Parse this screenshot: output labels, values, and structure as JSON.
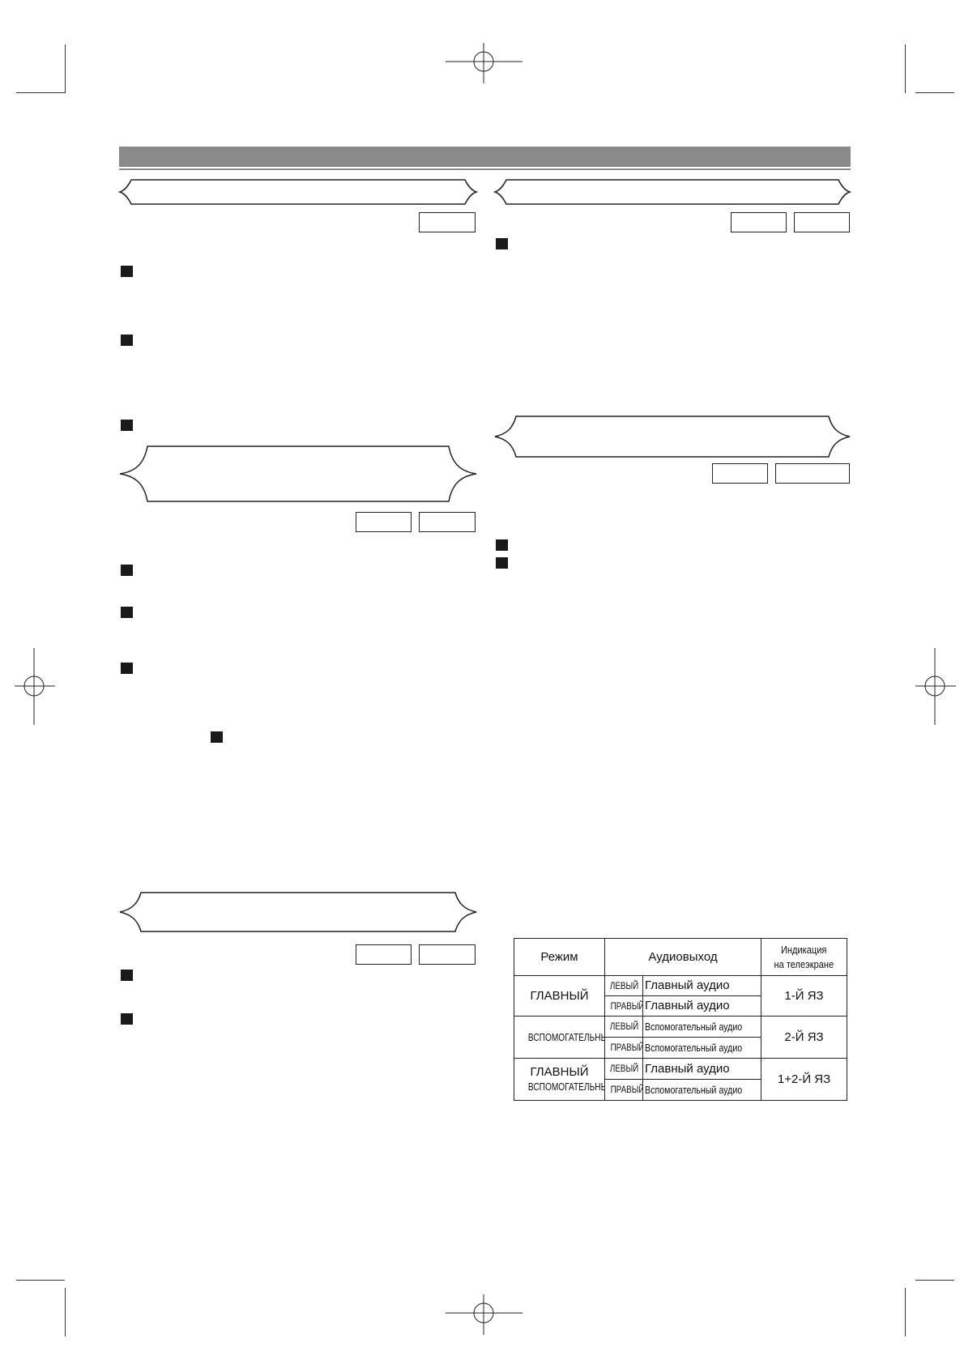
{
  "table": {
    "header": {
      "mode": "Режим",
      "output": "Аудиовыход",
      "indication_line1": "Индикация",
      "indication_line2": "на телеэкране"
    },
    "rows": [
      {
        "mode": "ГЛАВНЫЙ",
        "left_label": "ЛЕВЫЙ",
        "left_output": "Главный аудио",
        "right_label": "ПРАВЫЙ",
        "right_output": "Главный аудио",
        "indication": "1-Й ЯЗ"
      },
      {
        "mode": "ВСПОМОГАТЕЛЬНЫЙ",
        "left_label": "ЛЕВЫЙ",
        "left_output": "Вспомогательный аудио",
        "right_label": "ПРАВЫЙ",
        "right_output": "Вспомогательный аудио",
        "indication": "2-Й ЯЗ"
      },
      {
        "mode_line1": "ГЛАВНЫЙ",
        "mode_line2": "ВСПОМОГАТЕЛЬНЫЙ",
        "left_label": "ЛЕВЫЙ",
        "left_output": "Главный аудио",
        "right_label": "ПРАВЫЙ",
        "right_output": "Вспомогательный аудио",
        "indication": "1+2-Й ЯЗ"
      }
    ]
  }
}
